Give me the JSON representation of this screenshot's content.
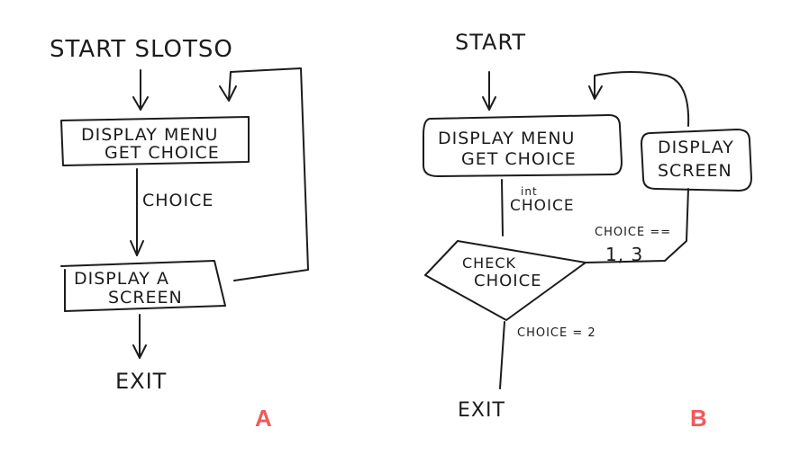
{
  "accent_color": "#f05a5a",
  "diagram_a": {
    "label": "A",
    "start": "START SLOTSO",
    "menu_line1": "DISPLAY MENU",
    "menu_line2": "GET CHOICE",
    "edge_label": "CHOICE",
    "screen_line1": "DISPLAY A",
    "screen_line2": "SCREEN",
    "exit": "EXIT"
  },
  "diagram_b": {
    "label": "B",
    "start": "START",
    "menu_line1": "DISPLAY MENU",
    "menu_line2": "GET CHOICE",
    "edge_label_line1": "int",
    "edge_label_line2": "CHOICE",
    "decision_line1": "CHECK",
    "decision_line2": "CHOICE",
    "screen_line1": "DISPLAY",
    "screen_line2": "SCREEN",
    "branch_label_line1": "CHOICE ==",
    "branch_label_line2": "1, 3",
    "exit_label": "CHOICE = 2",
    "exit": "EXIT"
  }
}
